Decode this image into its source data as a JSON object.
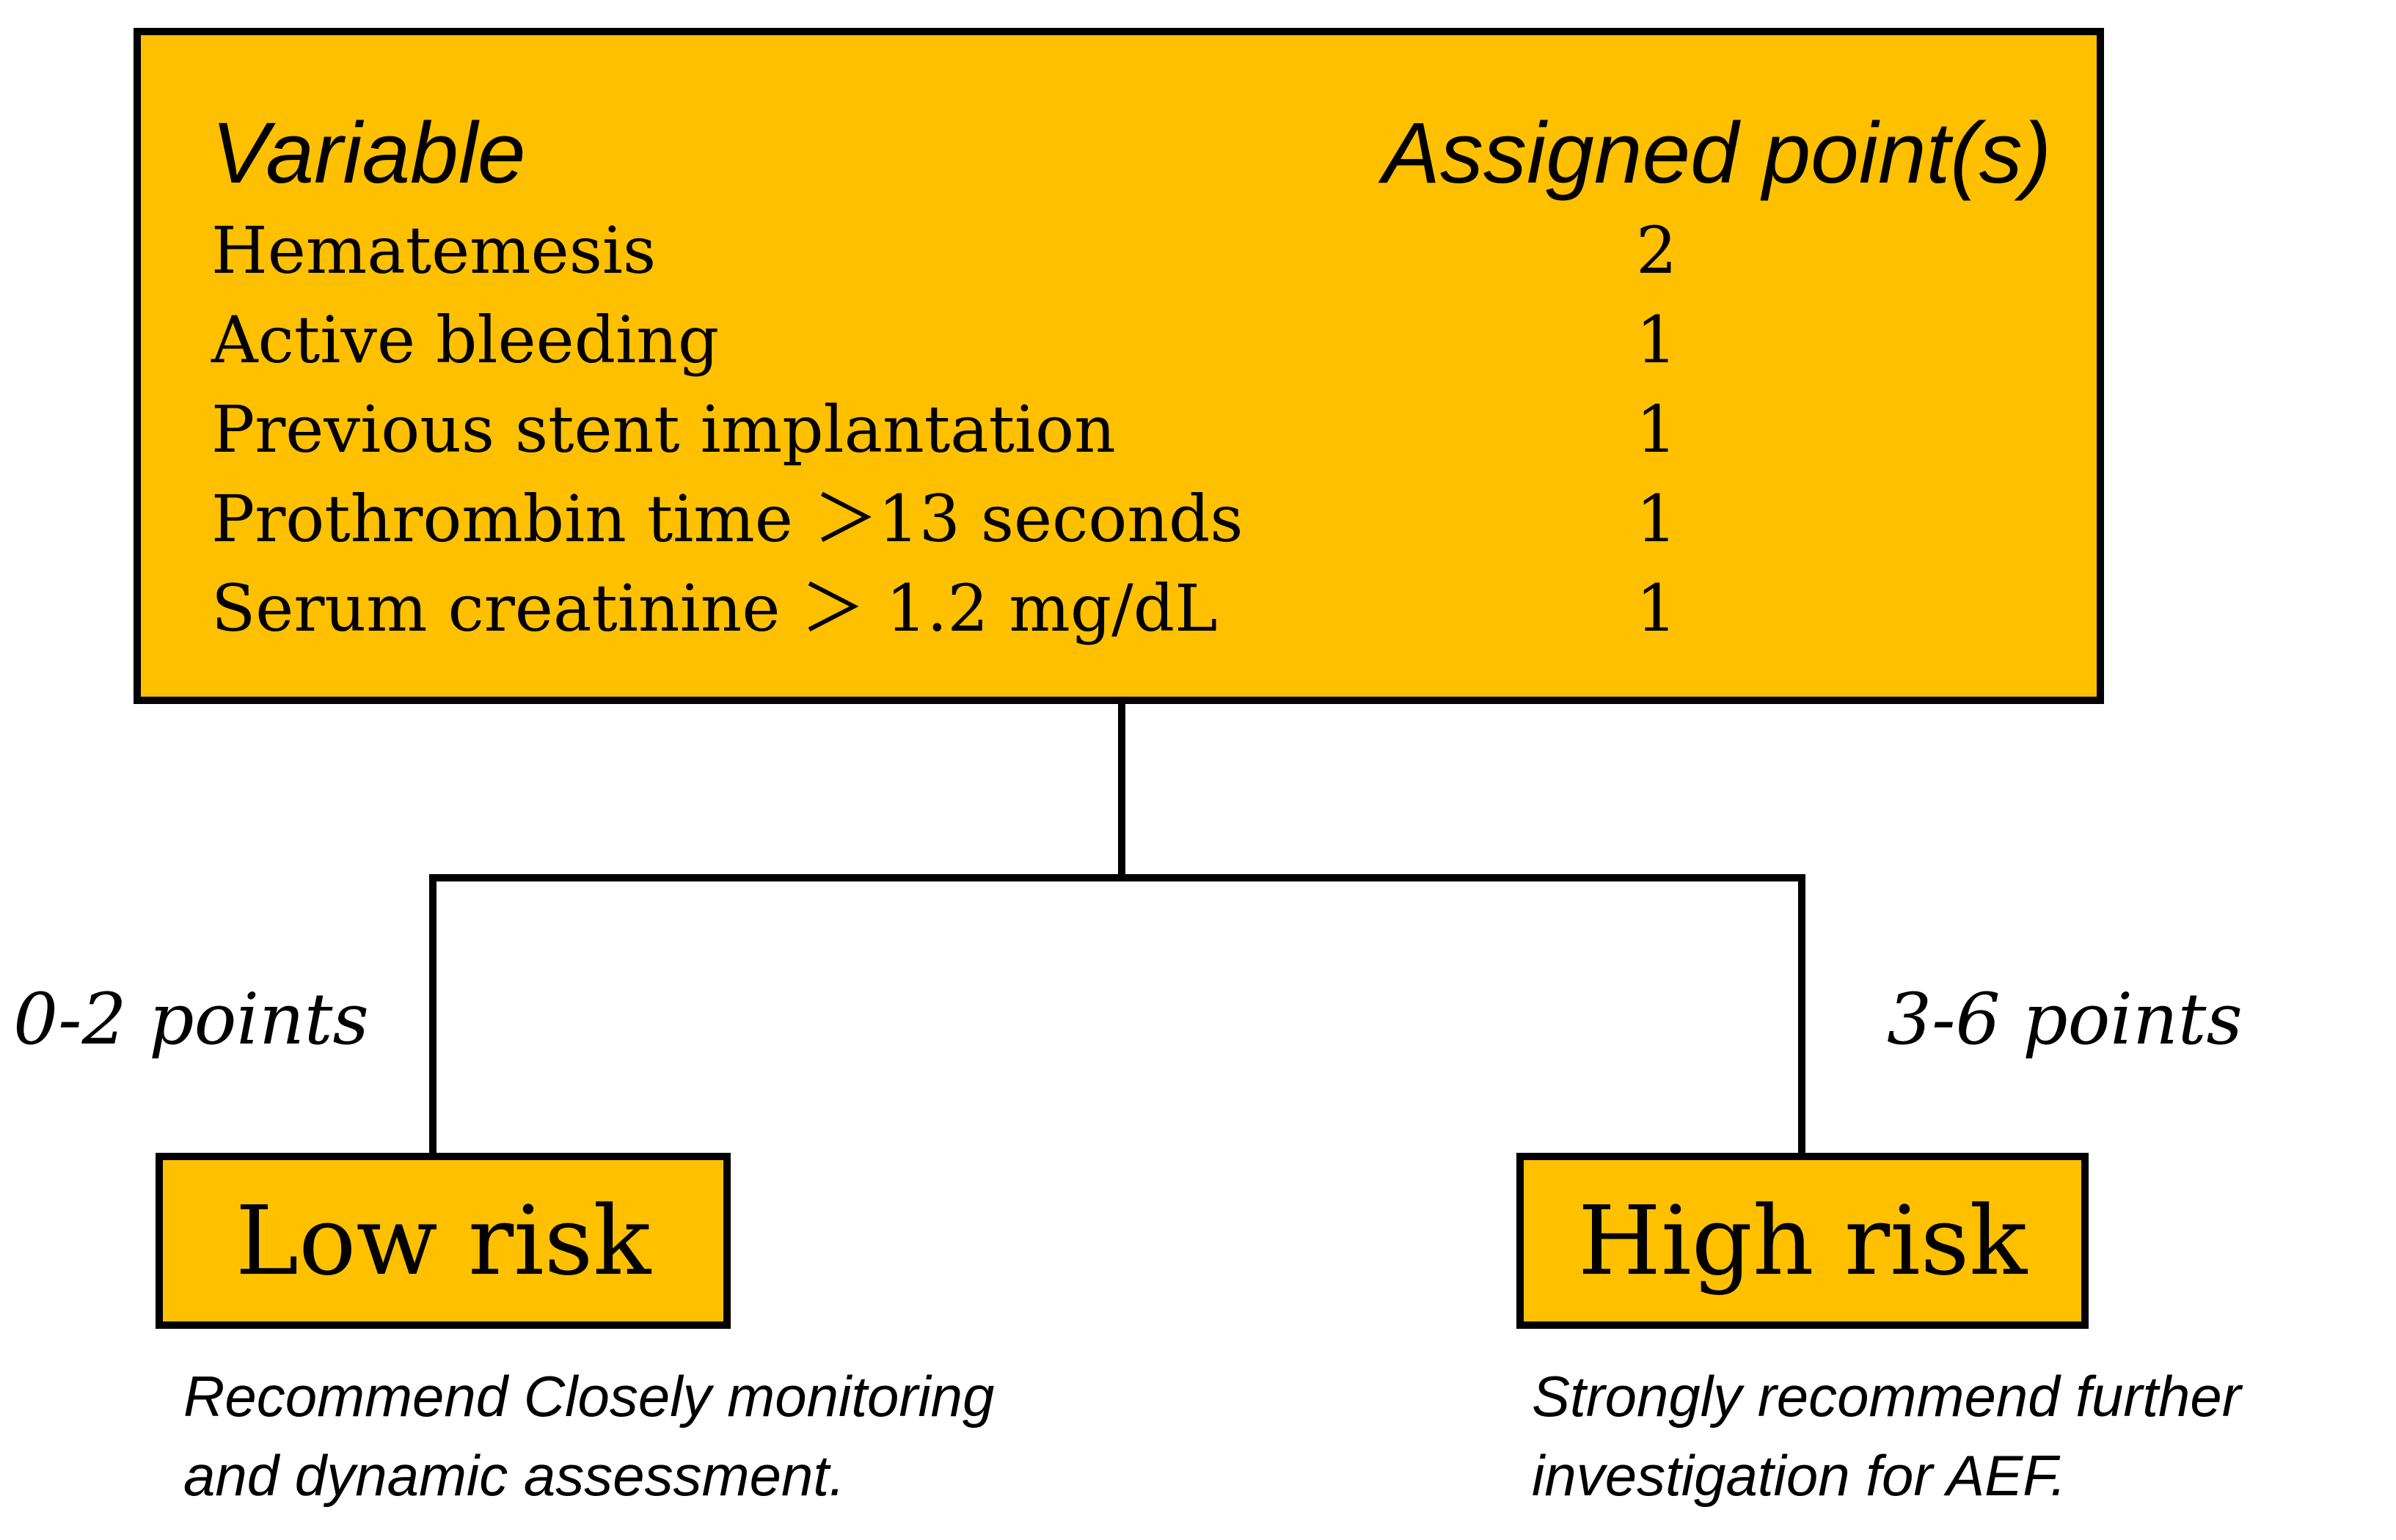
{
  "colors": {
    "box_fill": "#FFC000",
    "border": "#000000",
    "background": "#FFFFFF"
  },
  "score_table": {
    "header_variable": "Variable",
    "header_points": "Assigned point(s)",
    "rows": [
      {
        "label": "Hematemesis",
        "points": "2"
      },
      {
        "label": "Active bleeding",
        "points": "1"
      },
      {
        "label": "Previous stent implantation",
        "points": "1"
      },
      {
        "label": "Prothrombin time ＞13 seconds",
        "points": "1"
      },
      {
        "label": "Serum creatinine ＞ 1.2 mg/dL",
        "points": "1"
      }
    ]
  },
  "branches": {
    "low": {
      "range": "0-2 points",
      "label": "Low risk",
      "note_line1": "Recommend Closely monitoring",
      "note_line2": "and dynamic assessment."
    },
    "high": {
      "range": "3-6 points",
      "label": "High risk",
      "note_line1": "Strongly recommend further",
      "note_line2": "investigation for AEF."
    }
  }
}
